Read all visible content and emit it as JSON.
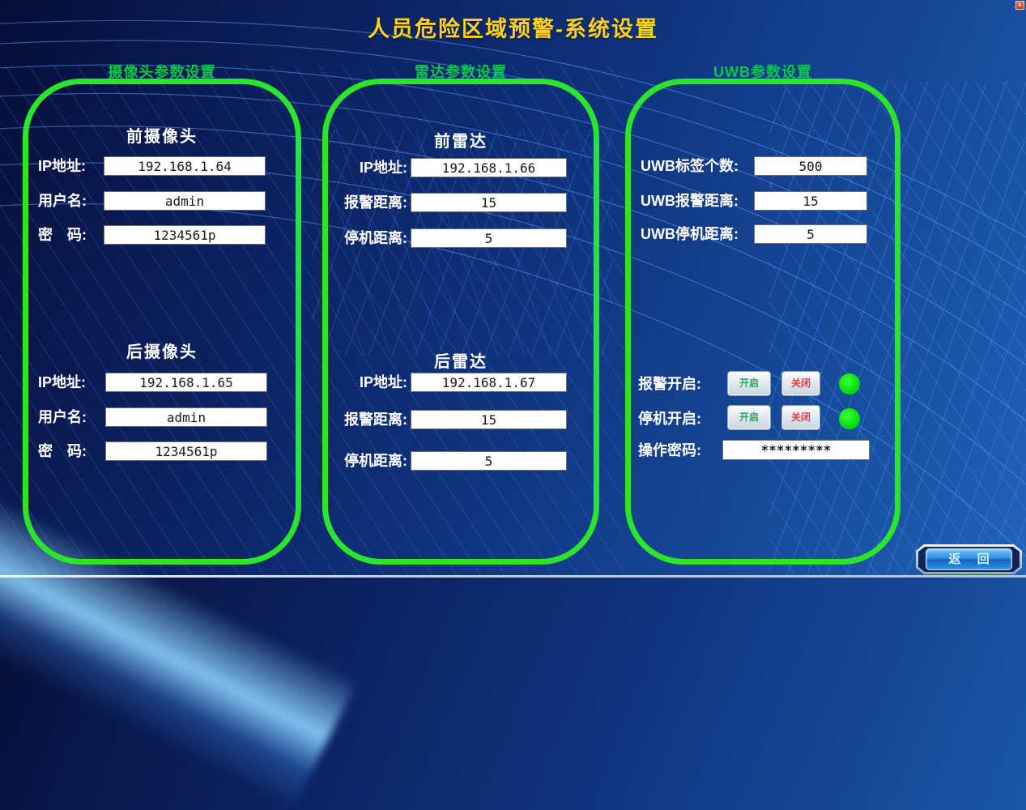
{
  "window": {
    "close_glyph": "×"
  },
  "header": {
    "title": "人员危险区域预警-系统设置"
  },
  "colors": {
    "panel_border_green": "#2be52b",
    "section_label_green": "#00c848",
    "title_gold": "#ffd21e",
    "indicator_on": "#00d800",
    "btn_on_text": "#27a85a",
    "btn_off_text": "#e23b3b"
  },
  "panels": {
    "camera": {
      "label": "摄像头参数设置",
      "front": {
        "heading": "前摄像头",
        "ip": {
          "label": "IP地址:",
          "value": "192.168.1.64"
        },
        "user": {
          "label": "用户名:",
          "value": "admin"
        },
        "pwd": {
          "label": "密　码:",
          "value": "1234561p"
        }
      },
      "rear": {
        "heading": "后摄像头",
        "ip": {
          "label": "IP地址:",
          "value": "192.168.1.65"
        },
        "user": {
          "label": "用户名:",
          "value": "admin"
        },
        "pwd": {
          "label": "密　码:",
          "value": "1234561p"
        }
      }
    },
    "radar": {
      "label": "雷达参数设置",
      "front": {
        "heading": "前雷达",
        "ip": {
          "label": "IP地址:",
          "value": "192.168.1.66"
        },
        "alarm": {
          "label": "报警距离:",
          "value": "15"
        },
        "stop": {
          "label": "停机距离:",
          "value": "5"
        }
      },
      "rear": {
        "heading": "后雷达",
        "ip": {
          "label": "IP地址:",
          "value": "192.168.1.67"
        },
        "alarm": {
          "label": "报警距离:",
          "value": "15"
        },
        "stop": {
          "label": "停机距离:",
          "value": "5"
        }
      }
    },
    "uwb": {
      "label": "UWB参数设置",
      "tag_count": {
        "label": "UWB标签个数:",
        "value": "500"
      },
      "alarm_distance": {
        "label": "UWB报警距离:",
        "value": "15"
      },
      "stop_distance": {
        "label": "UWB停机距离:",
        "value": "5"
      },
      "alarm_switch": {
        "label": "报警开启:",
        "on": "开启",
        "off": "关闭",
        "status": "on"
      },
      "stop_switch": {
        "label": "停机开启:",
        "on": "开启",
        "off": "关闭",
        "status": "on"
      },
      "op_password": {
        "label": "操作密码:",
        "value": "*********"
      }
    }
  },
  "footer": {
    "back": "返 回"
  }
}
